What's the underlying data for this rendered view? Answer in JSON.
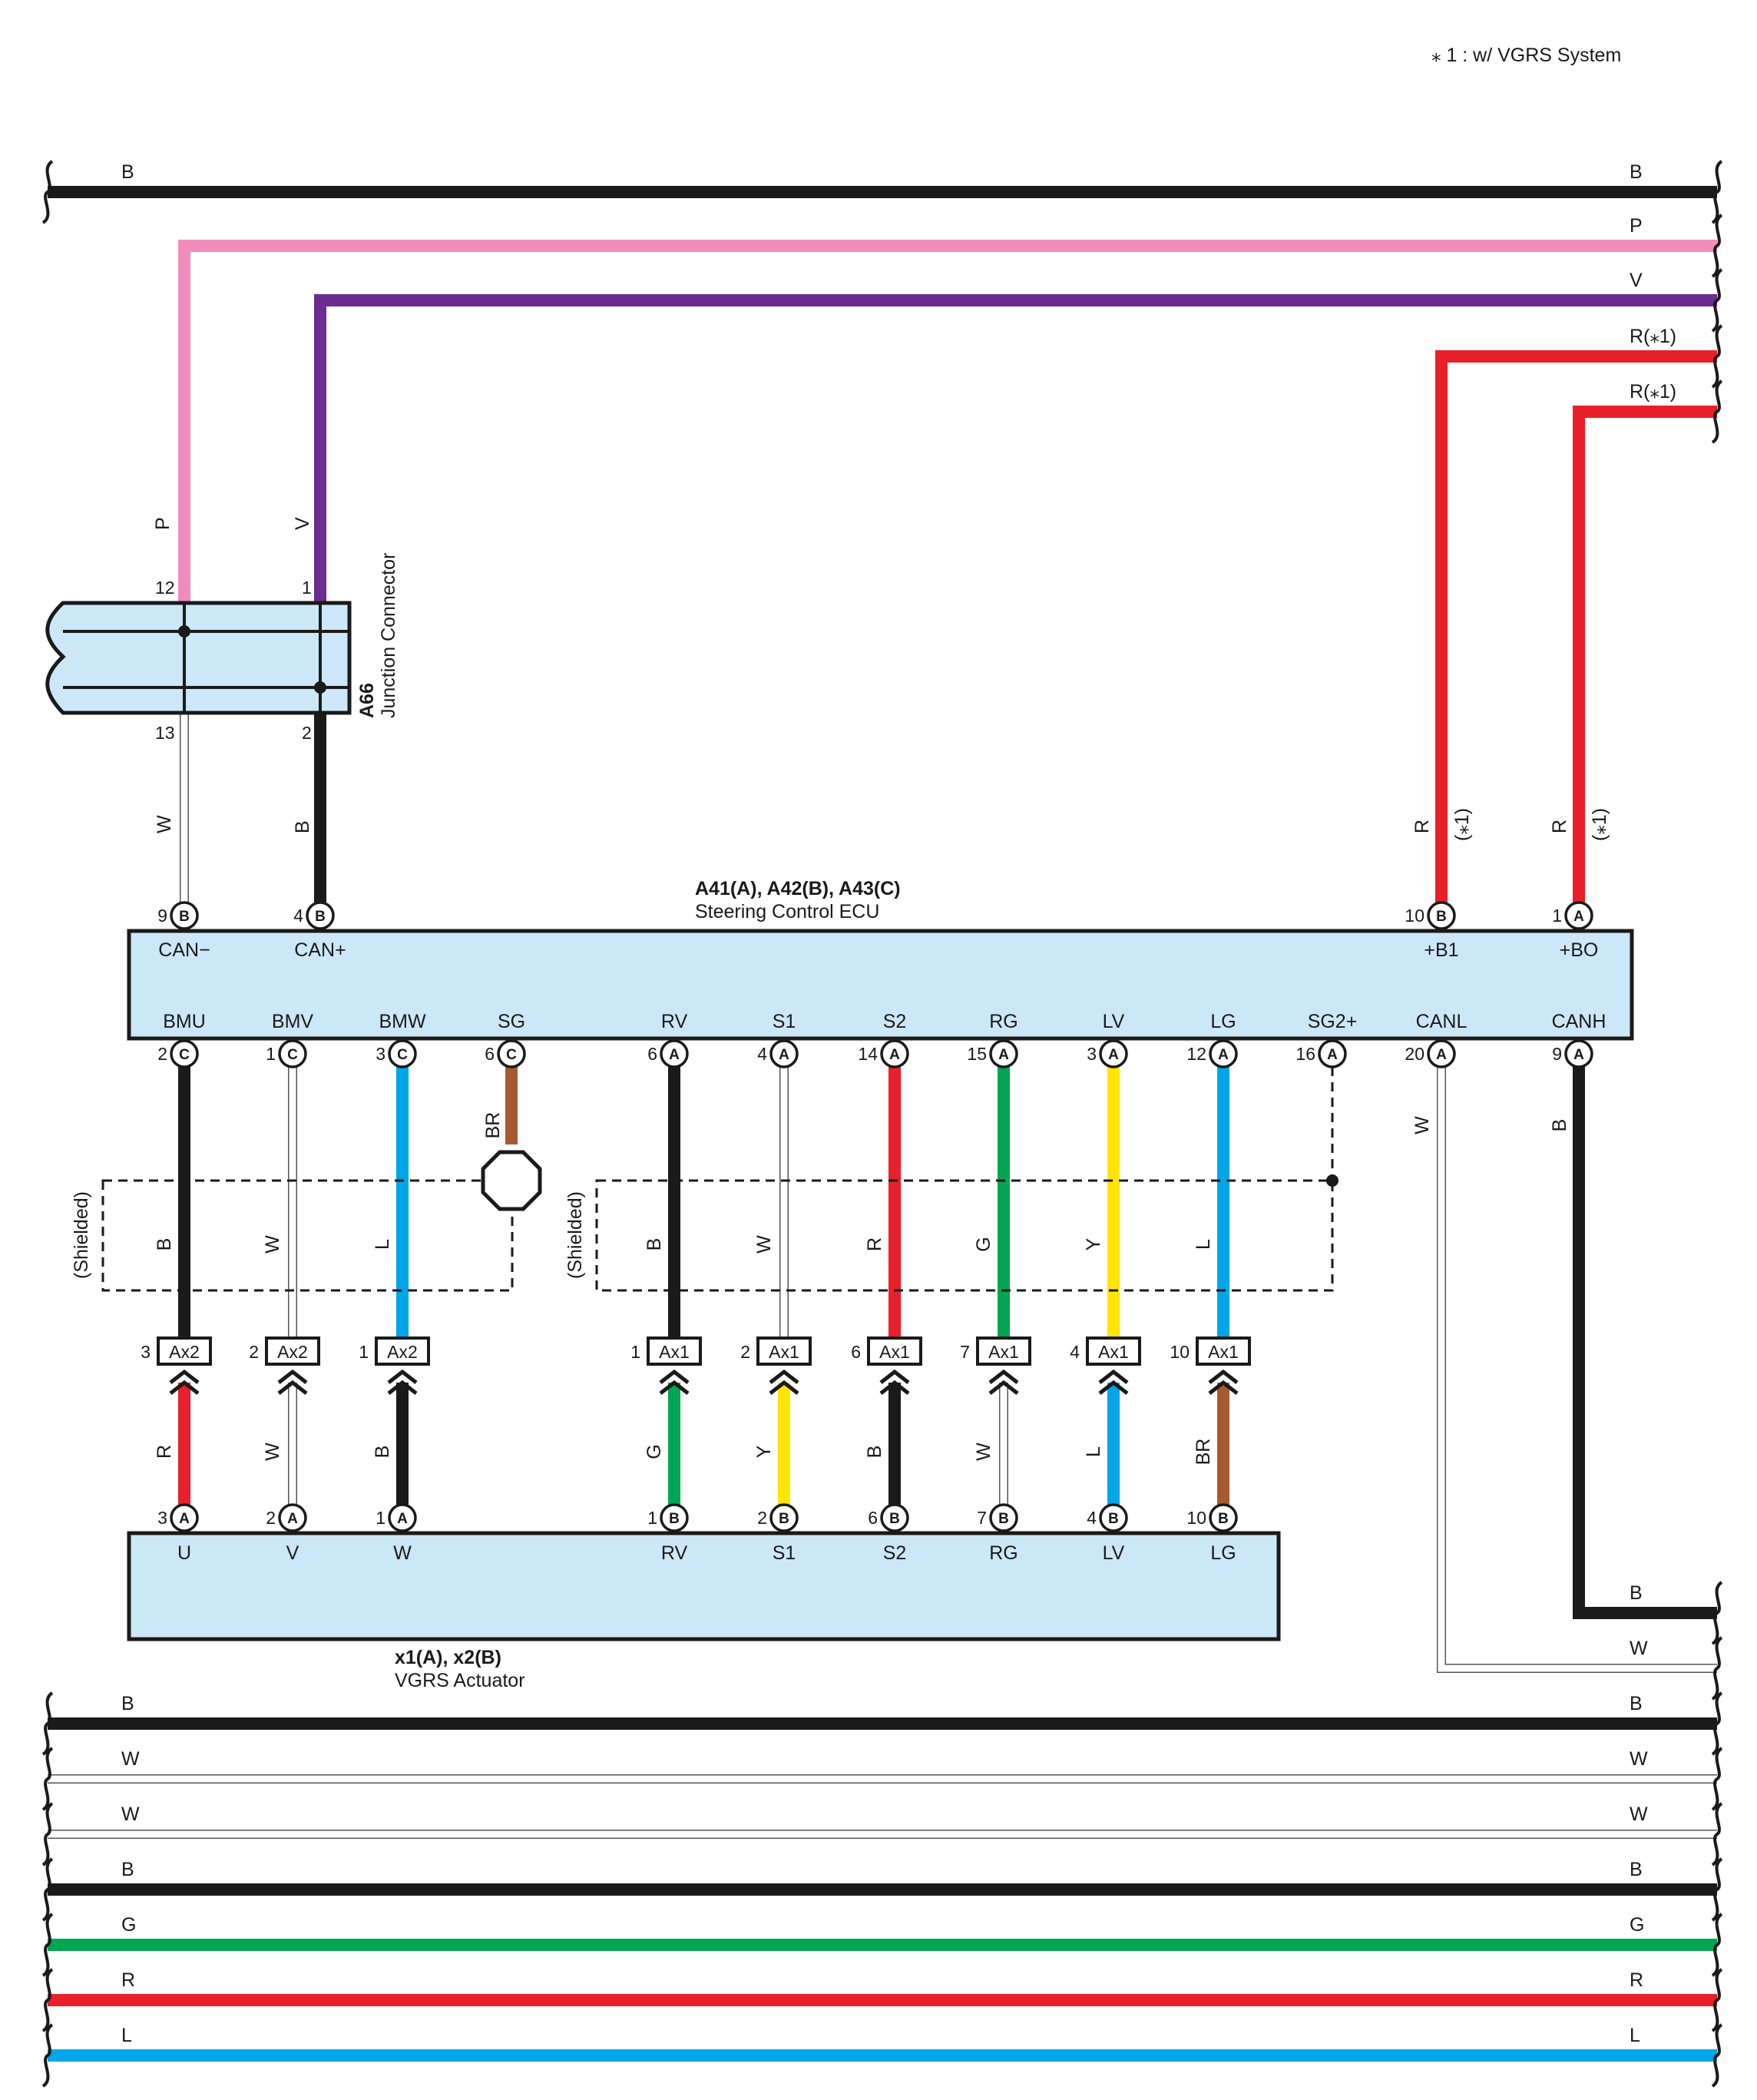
{
  "note": "⁎ 1 : w/ VGRS System",
  "colors": {
    "B": "#1a1a1a",
    "P": "#f08dbd",
    "V": "#6a2c91",
    "R": "#e8202a",
    "W": "#ffffff",
    "L": "#00a6e8",
    "G": "#00a651",
    "Y": "#ffe500",
    "BR": "#a65a32"
  },
  "junction": {
    "code": "A66",
    "name": "Junction Connector",
    "pins": [
      {
        "num": "12",
        "wire": "P"
      },
      {
        "num": "1",
        "wire": "V"
      },
      {
        "num": "13",
        "wire": "W"
      },
      {
        "num": "2",
        "wire": "B"
      }
    ]
  },
  "ecu": {
    "title": "A41(A), A42(B), A43(C)",
    "name": "Steering Control ECU",
    "top_pins": [
      {
        "num": "9",
        "conn": "B",
        "label": "CAN−",
        "wire": "W"
      },
      {
        "num": "4",
        "conn": "B",
        "label": "CAN+",
        "wire": "B"
      },
      {
        "num": "10",
        "conn": "B",
        "label": "+B1",
        "wire": "R",
        "note": "(⁎1)"
      },
      {
        "num": "1",
        "conn": "A",
        "label": "+BO",
        "wire": "R",
        "note": "(⁎1)"
      }
    ],
    "bottom_pins": [
      {
        "num": "2",
        "conn": "C",
        "label": "BMU",
        "wire": "B"
      },
      {
        "num": "1",
        "conn": "C",
        "label": "BMV",
        "wire": "W"
      },
      {
        "num": "3",
        "conn": "C",
        "label": "BMW",
        "wire": "L"
      },
      {
        "num": "6",
        "conn": "C",
        "label": "SG",
        "wire": "BR"
      },
      {
        "num": "6",
        "conn": "A",
        "label": "RV",
        "wire": "B"
      },
      {
        "num": "4",
        "conn": "A",
        "label": "S1",
        "wire": "W"
      },
      {
        "num": "14",
        "conn": "A",
        "label": "S2",
        "wire": "R"
      },
      {
        "num": "15",
        "conn": "A",
        "label": "RG",
        "wire": "G"
      },
      {
        "num": "3",
        "conn": "A",
        "label": "LV",
        "wire": "Y"
      },
      {
        "num": "12",
        "conn": "A",
        "label": "LG",
        "wire": "L"
      },
      {
        "num": "16",
        "conn": "A",
        "label": "SG2+",
        "wire": ""
      },
      {
        "num": "20",
        "conn": "A",
        "label": "CANL",
        "wire": "W"
      },
      {
        "num": "9",
        "conn": "A",
        "label": "CANH",
        "wire": "B"
      }
    ]
  },
  "shield_label": "(Shielded)",
  "inline_connectors": [
    {
      "num": "3",
      "code": "Ax2",
      "up": "B",
      "down": "R"
    },
    {
      "num": "2",
      "code": "Ax2",
      "up": "W",
      "down": "W"
    },
    {
      "num": "1",
      "code": "Ax2",
      "up": "L",
      "down": "B"
    },
    {
      "num": "1",
      "code": "Ax1",
      "up": "B",
      "down": "G"
    },
    {
      "num": "2",
      "code": "Ax1",
      "up": "W",
      "down": "Y"
    },
    {
      "num": "6",
      "code": "Ax1",
      "up": "R",
      "down": "B"
    },
    {
      "num": "7",
      "code": "Ax1",
      "up": "G",
      "down": "W"
    },
    {
      "num": "4",
      "code": "Ax1",
      "up": "Y",
      "down": "L"
    },
    {
      "num": "10",
      "code": "Ax1",
      "up": "L",
      "down": "BR"
    }
  ],
  "actuator": {
    "title": "x1(A), x2(B)",
    "name": "VGRS Actuator",
    "pins": [
      {
        "num": "3",
        "conn": "A",
        "label": "U"
      },
      {
        "num": "2",
        "conn": "A",
        "label": "V"
      },
      {
        "num": "1",
        "conn": "A",
        "label": "W"
      },
      {
        "num": "1",
        "conn": "B",
        "label": "RV"
      },
      {
        "num": "2",
        "conn": "B",
        "label": "S1"
      },
      {
        "num": "6",
        "conn": "B",
        "label": "S2"
      },
      {
        "num": "7",
        "conn": "B",
        "label": "RG"
      },
      {
        "num": "4",
        "conn": "B",
        "label": "LV"
      },
      {
        "num": "10",
        "conn": "B",
        "label": "LG"
      }
    ]
  },
  "top_bus": [
    {
      "left": "B",
      "right": "B",
      "color": "B"
    },
    {
      "left": "",
      "right": "P",
      "color": "P"
    },
    {
      "left": "",
      "right": "V",
      "color": "V"
    },
    {
      "left": "",
      "right": "R(⁎1)",
      "color": "R"
    },
    {
      "left": "",
      "right": "R(⁎1)",
      "color": "R"
    }
  ],
  "right_exits": [
    {
      "label": "B",
      "color": "B"
    },
    {
      "label": "W",
      "color": "W"
    }
  ],
  "bottom_bus": [
    {
      "left": "B",
      "right": "B",
      "color": "B"
    },
    {
      "left": "W",
      "right": "W",
      "color": "W"
    },
    {
      "left": "W",
      "right": "W",
      "color": "W"
    },
    {
      "left": "B",
      "right": "B",
      "color": "B"
    },
    {
      "left": "G",
      "right": "G",
      "color": "G"
    },
    {
      "left": "R",
      "right": "R",
      "color": "R"
    },
    {
      "left": "L",
      "right": "L",
      "color": "L"
    }
  ]
}
